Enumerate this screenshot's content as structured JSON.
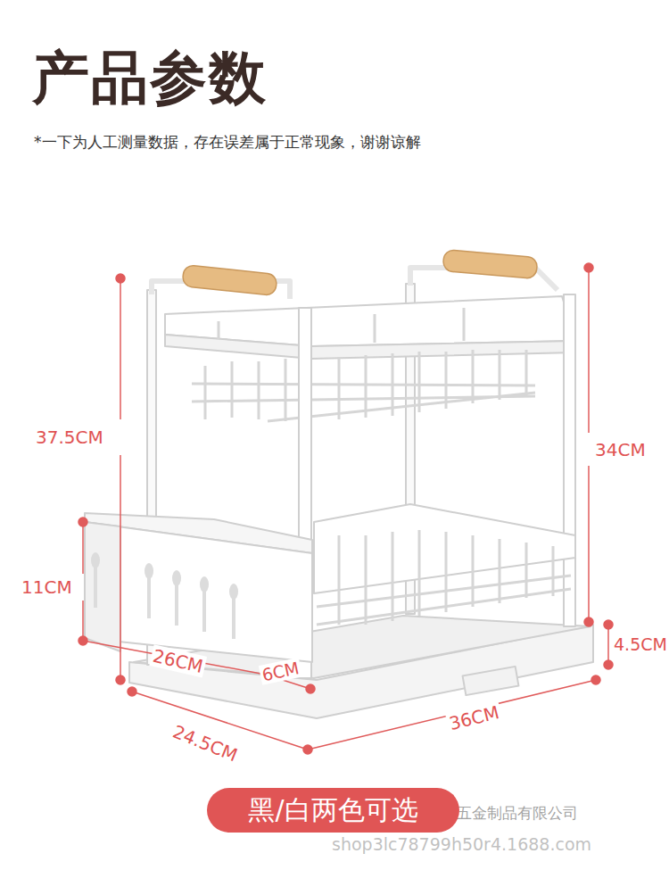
{
  "diagram": {
    "title": "产品参数",
    "nodes": [
      {
        "text": [
          "黑/白两色可选"
        ]
      }
    ],
    "labels": [
      "*一下为人工测量数据，存在误差属于正常现象，谢谢谅解",
      "37.5CM",
      "34CM",
      "11CM",
      "4.5CM",
      "26CM",
      "6CM",
      "24.5CM",
      "36CM",
      "东莞迈佳泰美五金制品有限公司",
      "shop3lc78799h50r4.1688.com"
    ]
  }
}
